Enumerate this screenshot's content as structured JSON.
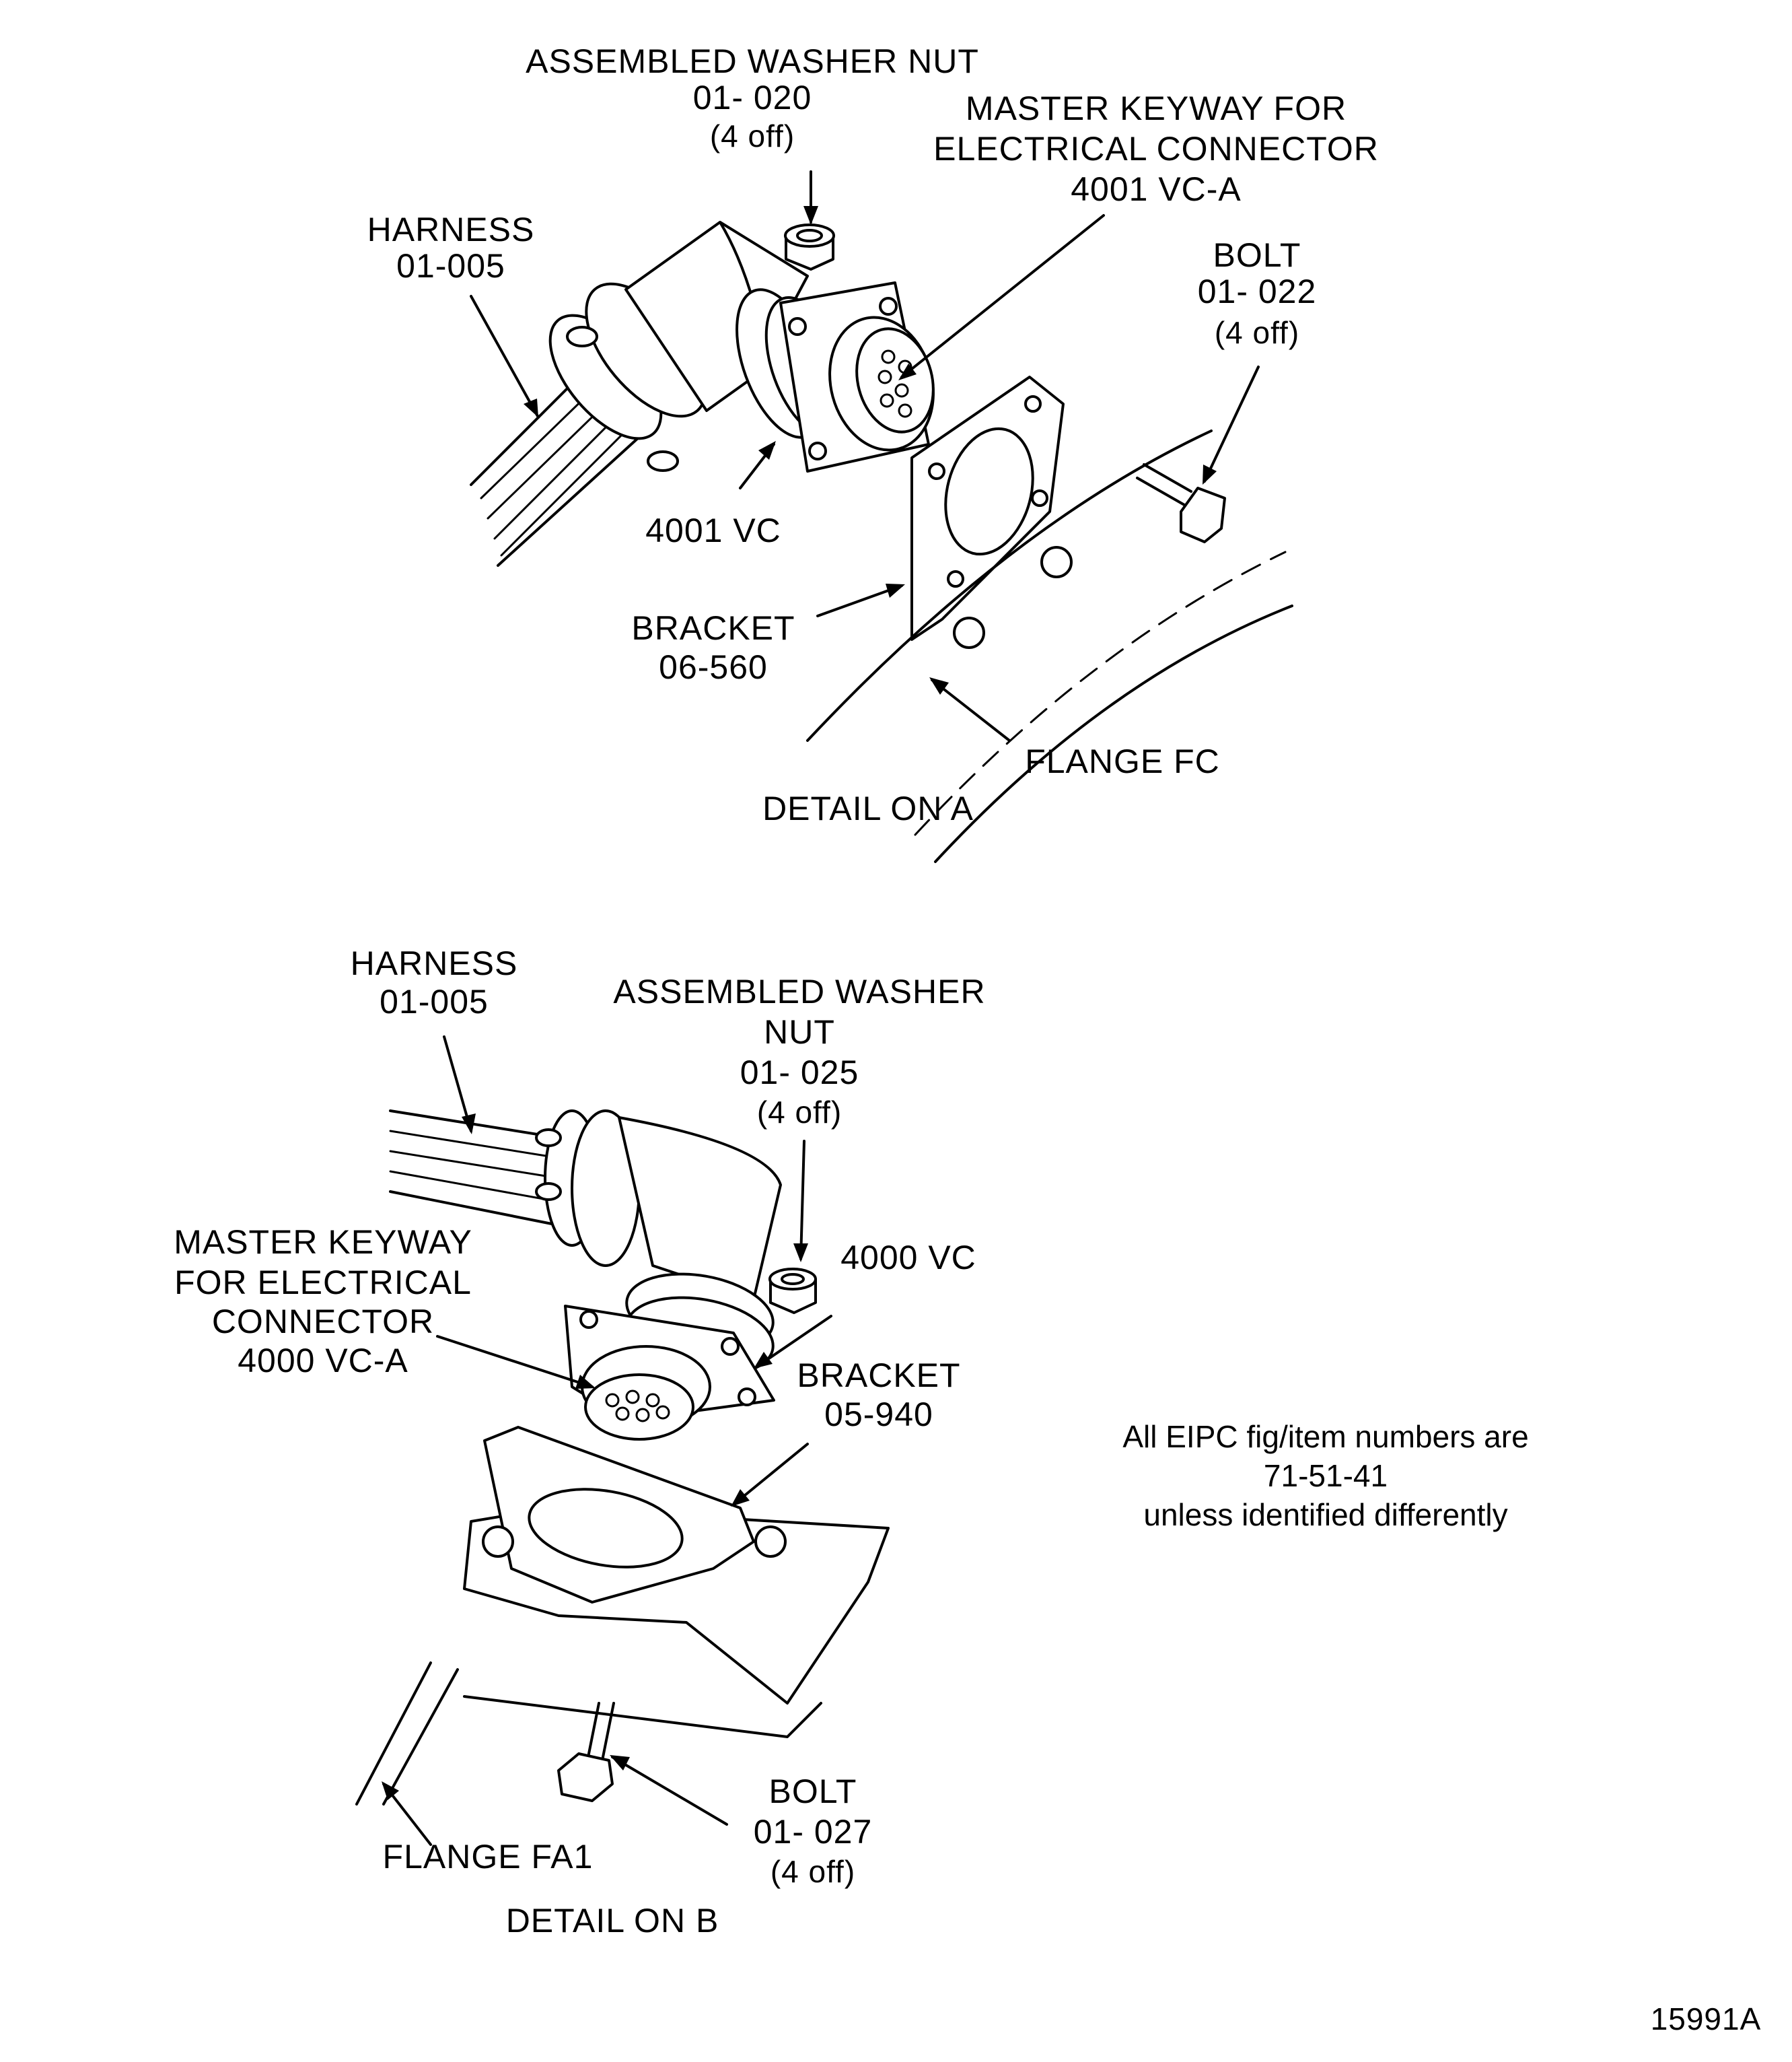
{
  "detail_a": {
    "washer_nut": [
      "ASSEMBLED WASHER NUT",
      "01- 020",
      "(4 off)"
    ],
    "keyway": [
      "MASTER KEYWAY FOR",
      "ELECTRICAL CONNECTOR",
      "4001 VC-A"
    ],
    "harness": [
      "HARNESS",
      "01-005"
    ],
    "bolt": [
      "BOLT",
      "01- 022",
      "(4 off)"
    ],
    "connector": "4001 VC",
    "bracket": [
      "BRACKET",
      "06-560"
    ],
    "flange": "FLANGE FC",
    "title": "DETAIL ON A"
  },
  "detail_b": {
    "harness": [
      "HARNESS",
      "01-005"
    ],
    "washer_nut": [
      "ASSEMBLED WASHER",
      "NUT",
      "01- 025",
      "(4 off)"
    ],
    "keyway": [
      "MASTER KEYWAY",
      "FOR ELECTRICAL",
      "CONNECTOR",
      "4000 VC-A"
    ],
    "connector": "4000 VC",
    "bracket": [
      "BRACKET",
      "05-940"
    ],
    "bolt": [
      "BOLT",
      "01- 027",
      "(4 off)"
    ],
    "flange": "FLANGE FA1",
    "title": "DETAIL ON B"
  },
  "note": [
    "All EIPC fig/item numbers are",
    "71-51-41",
    "unless identified differently"
  ],
  "figure_id": "15991A"
}
